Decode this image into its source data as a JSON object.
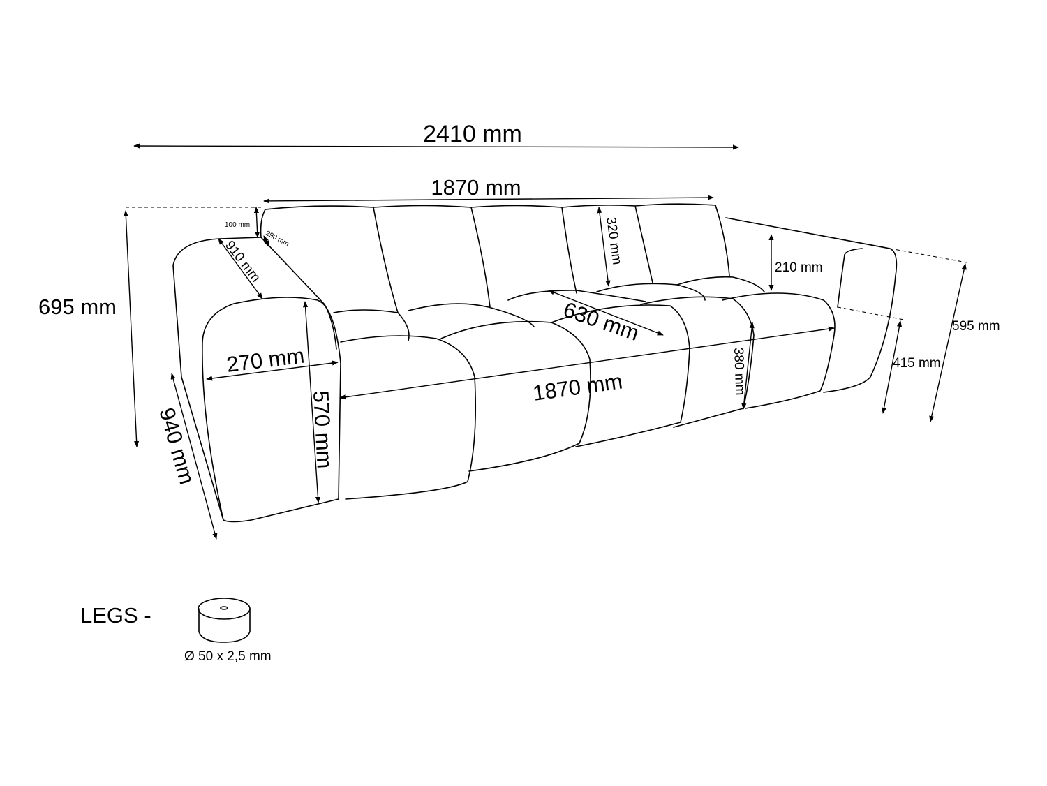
{
  "dimensions": {
    "overall_width": "2410 mm",
    "backrest_width": "1870 mm",
    "seat_width": "1870 mm",
    "height": "695 mm",
    "depth": "940 mm",
    "armrest_length": "910 mm",
    "armrest_width": "270 mm",
    "armrest_height": "570 mm",
    "seat_depth": "630 mm",
    "backrest_cushion_height": "320 mm",
    "seat_cushion_height": "380 mm",
    "backrest_above_seat": "210 mm",
    "back_height": "595 mm",
    "seat_height": "415 mm",
    "top_offset": "100 mm",
    "top_thickness": "290 mm"
  },
  "legs": {
    "label": "LEGS -",
    "spec": "Ø 50 x 2,5 mm"
  }
}
